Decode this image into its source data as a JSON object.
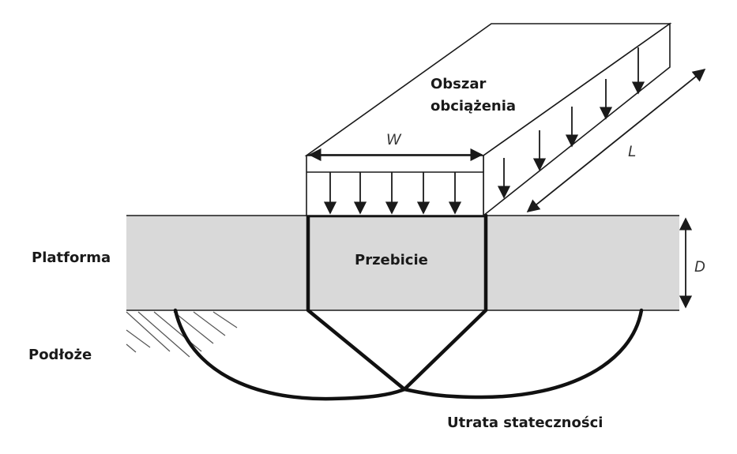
{
  "labels": {
    "load_area_line1": "Obszar",
    "load_area_line2": "obciążenia",
    "platform": "Platforma",
    "punching": "Przebicie",
    "subsoil": "Podłoże",
    "stability_loss": "Utrata stateczności",
    "width": "W",
    "length": "L",
    "depth": "D"
  },
  "colors": {
    "platform_fill": "#d9d9d9",
    "line": "#111111",
    "background": "#ffffff"
  }
}
